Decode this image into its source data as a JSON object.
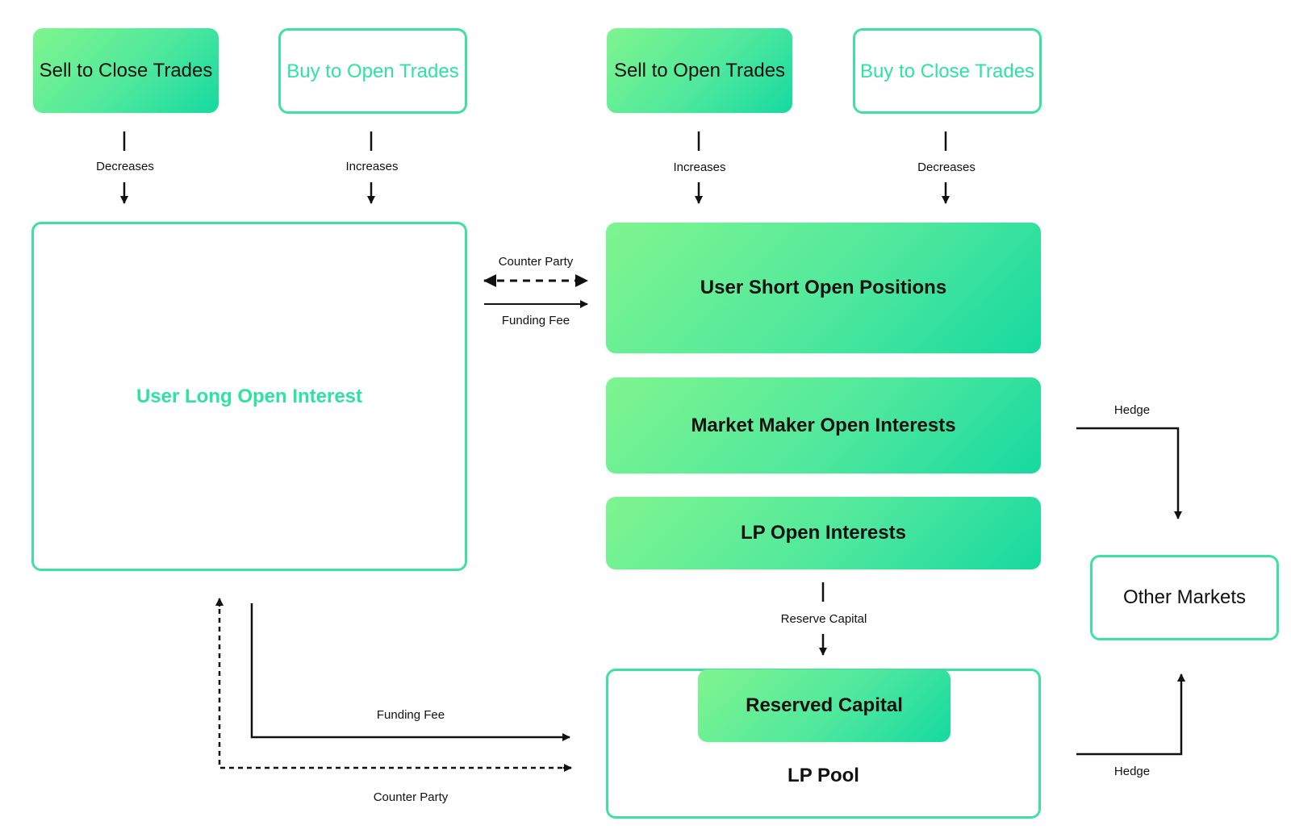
{
  "top_boxes": {
    "sell_to_close": "Sell to Close Trades",
    "buy_to_open": "Buy to Open Trades",
    "sell_to_open": "Sell to Open Trades",
    "buy_to_close": "Buy to Close Trades"
  },
  "arrow_labels": {
    "decreases_left": "Decreases",
    "increases_left": "Increases",
    "increases_right": "Increases",
    "decreases_right": "Decreases",
    "counter_party_top": "Counter Party",
    "funding_fee_top": "Funding Fee",
    "hedge_top": "Hedge",
    "reserve_capital": "Reserve Capital",
    "funding_fee_bottom": "Funding Fee",
    "counter_party_bottom": "Counter Party",
    "hedge_bottom": "Hedge"
  },
  "boxes": {
    "user_long_open_interest": "User Long Open Interest",
    "user_short_open_positions": "User Short Open Positions",
    "market_maker_open_interests": "Market Maker Open Interests",
    "lp_open_interests": "LP Open Interests",
    "reserved_capital": "Reserved Capital",
    "lp_pool": "LP Pool",
    "other_markets": "Other Markets"
  },
  "colors": {
    "accent_green": "#3fe0a4",
    "gradient_start": "#7ff58e",
    "gradient_end": "#16d9a0",
    "line": "#111111"
  }
}
